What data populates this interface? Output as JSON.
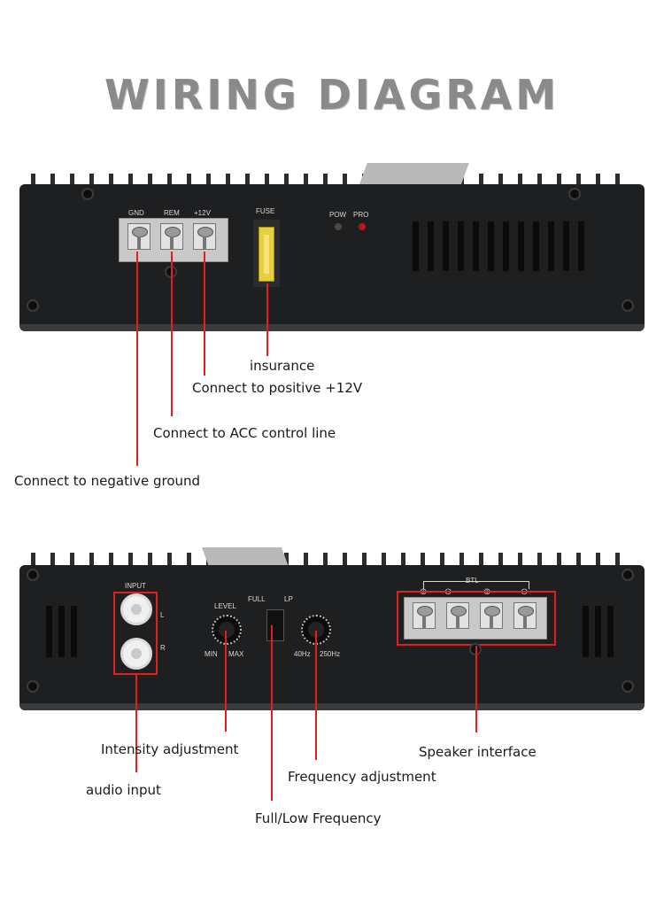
{
  "title": "WIRING DIAGRAM",
  "top_panel": {
    "terminals": [
      "GND",
      "REM",
      "+12V"
    ],
    "fuse_label": "FUSE",
    "led_labels": [
      "POW",
      "PRO"
    ]
  },
  "bottom_panel": {
    "input_label": "INPUT",
    "channel_labels": [
      "L",
      "R"
    ],
    "level_label": "LEVEL",
    "level_range": [
      "MIN",
      "MAX"
    ],
    "switch_labels": [
      "FULL",
      "LP"
    ],
    "freq_range": [
      "40Hz",
      "250Hz"
    ],
    "btl_label": "BTL"
  },
  "callouts": {
    "insurance": "insurance",
    "positive": "Connect to positive +12V",
    "acc": "Connect to ACC control line",
    "ground": "Connect to negative ground",
    "intensity": "Intensity adjustment",
    "speaker": "Speaker interface",
    "audio": "audio input",
    "frequency": "Frequency adjustment",
    "full_low": "Full/Low Frequency"
  },
  "colors": {
    "accent": "#e02020",
    "panel": "#1e1f21",
    "title": "#8a8a8a"
  }
}
